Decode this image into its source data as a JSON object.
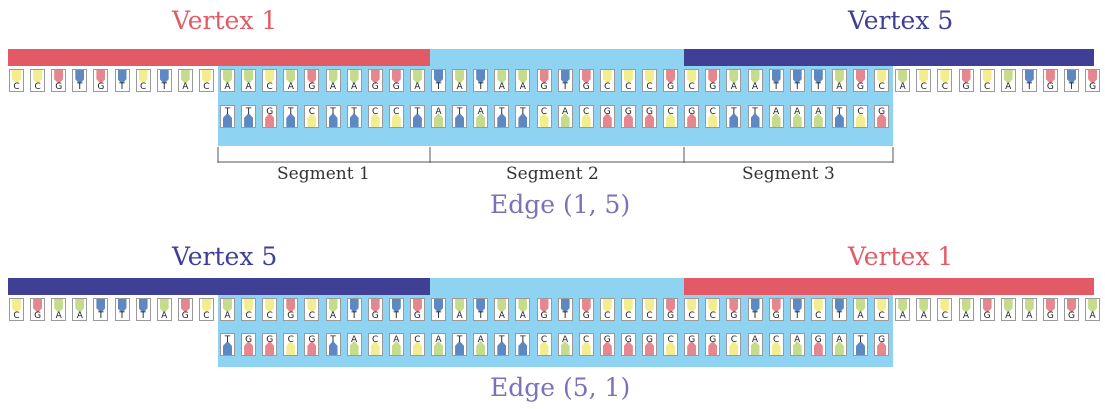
{
  "colors": {
    "vertex1": "#e35a67",
    "vertex5": "#3f3f95",
    "edge_bar": "#8fd3f2",
    "text_red": "#e35a67",
    "text_blue": "#3f3f95",
    "text_edge": "#7a72b8",
    "A": "#c6dc8c",
    "C": "#f2ee8f",
    "G": "#e6868e",
    "T": "#5d88c2"
  },
  "top": {
    "vertex1_label": "Vertex 1",
    "vertex5_label": "Vertex 5",
    "strand": "CCGTGTCTACAACAGAAGGATATAAGTGCCCGCGAATTTAGCACCGCATGTG",
    "complement": "TTGTCTTCCTATATTCACGGGCGCTTAAATCG",
    "segments": [
      "Segment 1",
      "Segment 2",
      "Segment 3"
    ],
    "edge_label": "Edge (1, 5)"
  },
  "bottom": {
    "vertex5_label": "Vertex 5",
    "vertex1_label": "Vertex 1",
    "strand": "CGAATTTAGCACCGCATGTGTATAAGTGCCCGCCGTGTCTACAACAGAAGGA",
    "complement": "TGGCGTACACATATTCACGGGCGGCACAGATG",
    "edge_label": "Edge (5, 1)"
  }
}
